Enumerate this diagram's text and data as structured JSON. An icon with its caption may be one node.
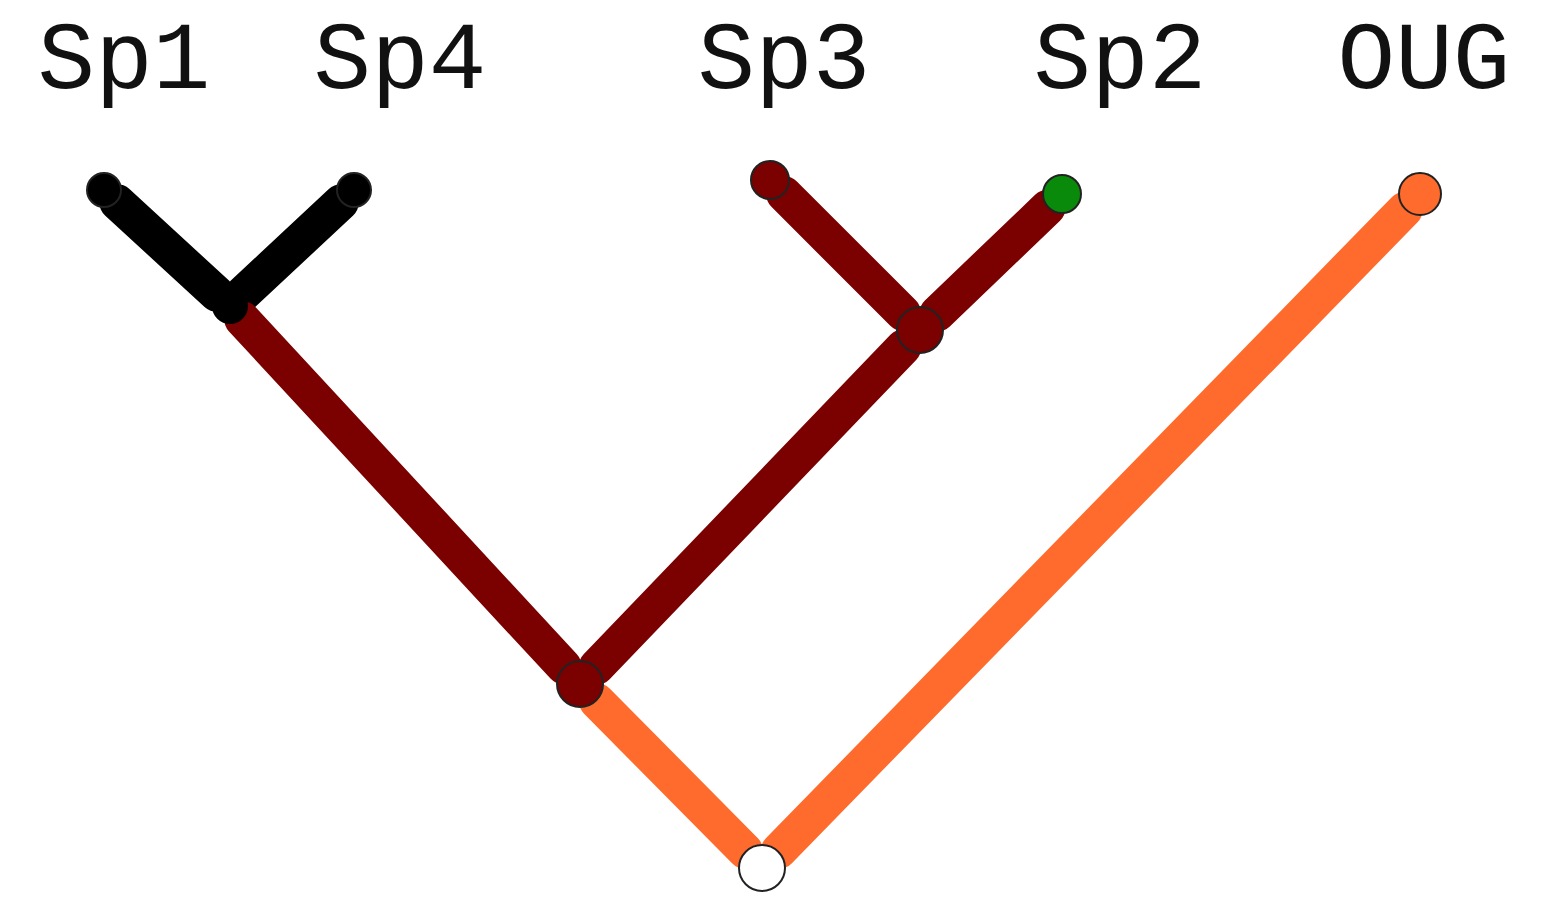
{
  "diagram": {
    "nodes": [
      {
        "text": [
          "Sp1"
        ]
      },
      {
        "text": [
          "Sp4"
        ]
      },
      {
        "text": [
          "Sp3"
        ]
      },
      {
        "text": [
          "Sp2"
        ]
      },
      {
        "text": [
          "OUG"
        ]
      },
      {
        "text": [],
        "shape": "circle"
      },
      {
        "text": [],
        "shape": "circle"
      },
      {
        "text": [],
        "shape": "circle"
      },
      {
        "text": [],
        "shape": "circle"
      }
    ],
    "edges": [
      {
        "from": 5,
        "to": 0,
        "arrow": "none",
        "color": "#000000"
      },
      {
        "from": 5,
        "to": 1,
        "arrow": "none",
        "color": "#000000"
      },
      {
        "from": 7,
        "to": 5,
        "arrow": "none"
      },
      {
        "from": 6,
        "to": 2,
        "arrow": "none"
      },
      {
        "from": 6,
        "to": 3,
        "arrow": "none"
      },
      {
        "from": 7,
        "to": 6,
        "arrow": "none"
      },
      {
        "from": 8,
        "to": 7,
        "arrow": "none",
        "color": "#ff6b2c"
      },
      {
        "from": 8,
        "to": 4,
        "arrow": "none",
        "color": "#ff6b2c"
      }
    ]
  }
}
